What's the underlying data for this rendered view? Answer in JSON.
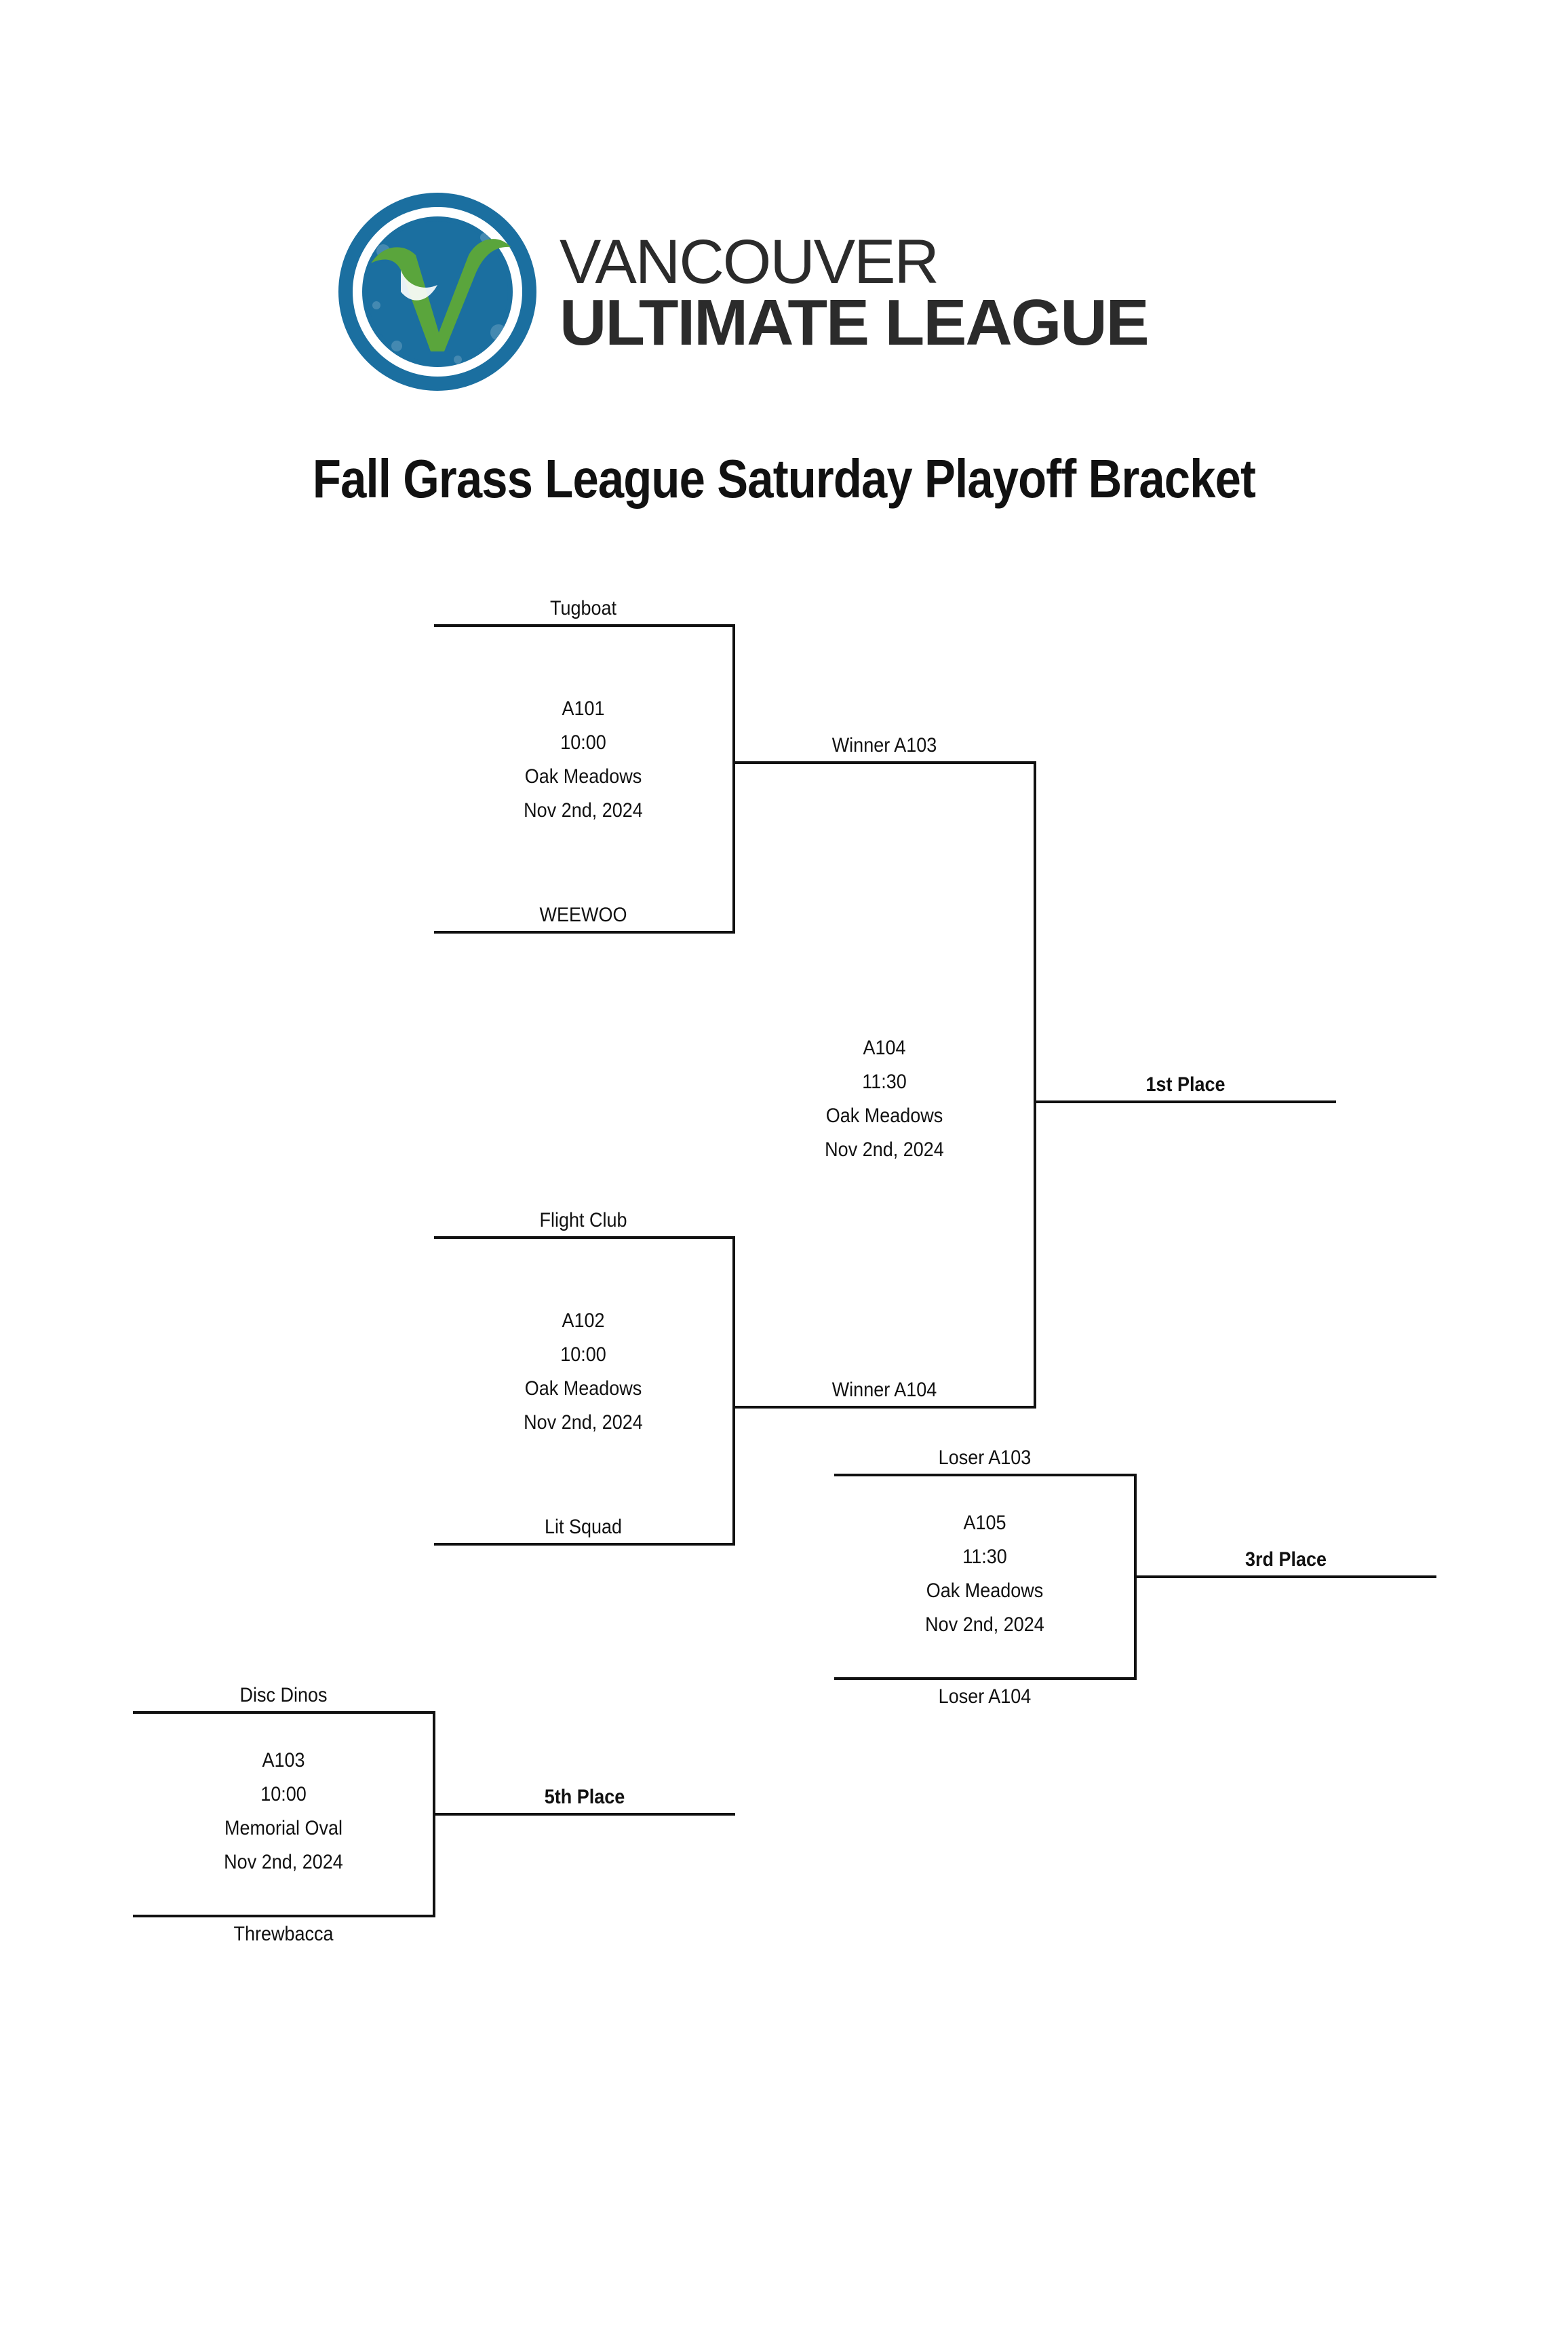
{
  "header": {
    "logo_line1": "VANCOUVER",
    "logo_line2": "ULTIMATE LEAGUE",
    "title": "Fall Grass League Saturday Playoff Bracket"
  },
  "colors": {
    "logo_blue": "#1b6fa0",
    "logo_green": "#5aa53c",
    "text": "#111111",
    "lines": "#111111"
  },
  "games": {
    "a101": {
      "id": "A101",
      "time": "10:00",
      "field": "Oak Meadows",
      "date": "Nov 2nd, 2024",
      "top": "Tugboat",
      "bottom": "WEEWOO"
    },
    "a102": {
      "id": "A102",
      "time": "10:00",
      "field": "Oak Meadows",
      "date": "Nov 2nd, 2024",
      "top": "Flight Club",
      "bottom": "Lit Squad"
    },
    "a104": {
      "id": "A104",
      "time": "11:30",
      "field": "Oak Meadows",
      "date": "Nov 2nd, 2024",
      "top": "Winner A103",
      "bottom": "Winner A104",
      "result": "1st Place"
    },
    "a105": {
      "id": "A105",
      "time": "11:30",
      "field": "Oak Meadows",
      "date": "Nov 2nd, 2024",
      "top": "Loser A103",
      "bottom": "Loser A104",
      "result": "3rd Place"
    },
    "a103": {
      "id": "A103",
      "time": "10:00",
      "field": "Memorial Oval",
      "date": "Nov 2nd, 2024",
      "top": "Disc Dinos",
      "bottom": "Threwbacca",
      "result": "5th Place"
    }
  }
}
